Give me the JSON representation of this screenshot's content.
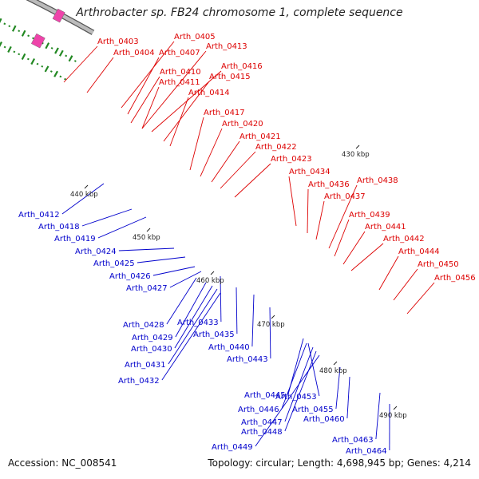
{
  "title": "Arthrobacter sp. FB24 chromosome 1, complete sequence",
  "footer": {
    "accession": "Accession: NC_008541",
    "summary": "Topology: circular; Length: 4,698,945 bp; Genes: 4,214"
  },
  "colors": {
    "forward": "#dd0000",
    "reverse": "#0000cc",
    "backbone": "#888888",
    "cyan": "#33cccc",
    "purple": "#8877cc",
    "orange": "#ff9922",
    "magenta": "#ee44aa",
    "olive": "#669922",
    "gc_dots": "#228822"
  },
  "scale_labels": [
    "430 kbp",
    "440 kbp",
    "450 kbp",
    "460 kbp",
    "470 kbp",
    "480 kbp",
    "490 kbp"
  ],
  "forward_labels": [
    "Arth_0403",
    "Arth_0404",
    "Arth_0405",
    "Arth_0407",
    "Arth_0410",
    "Arth_0411",
    "Arth_0413",
    "Arth_0416",
    "Arth_0415",
    "Arth_0414",
    "Arth_0417",
    "Arth_0420",
    "Arth_0421",
    "Arth_0422",
    "Arth_0423",
    "Arth_0434",
    "Arth_0436",
    "Arth_0437",
    "Arth_0438",
    "Arth_0439",
    "Arth_0441",
    "Arth_0442",
    "Arth_0444",
    "Arth_0450",
    "Arth_0456"
  ],
  "reverse_labels": [
    "Arth_0412",
    "Arth_0418",
    "Arth_0419",
    "Arth_0424",
    "Arth_0425",
    "Arth_0426",
    "Arth_0427",
    "Arth_0428",
    "Arth_0433",
    "Arth_0429",
    "Arth_0430",
    "Arth_0431",
    "Arth_0432",
    "Arth_0435",
    "Arth_0440",
    "Arth_0443",
    "Arth_0445",
    "Arth_0453",
    "Arth_0446",
    "Arth_0447",
    "Arth_0448",
    "Arth_0449",
    "Arth_0455",
    "Arth_0460",
    "Arth_0463",
    "Arth_0464"
  ]
}
